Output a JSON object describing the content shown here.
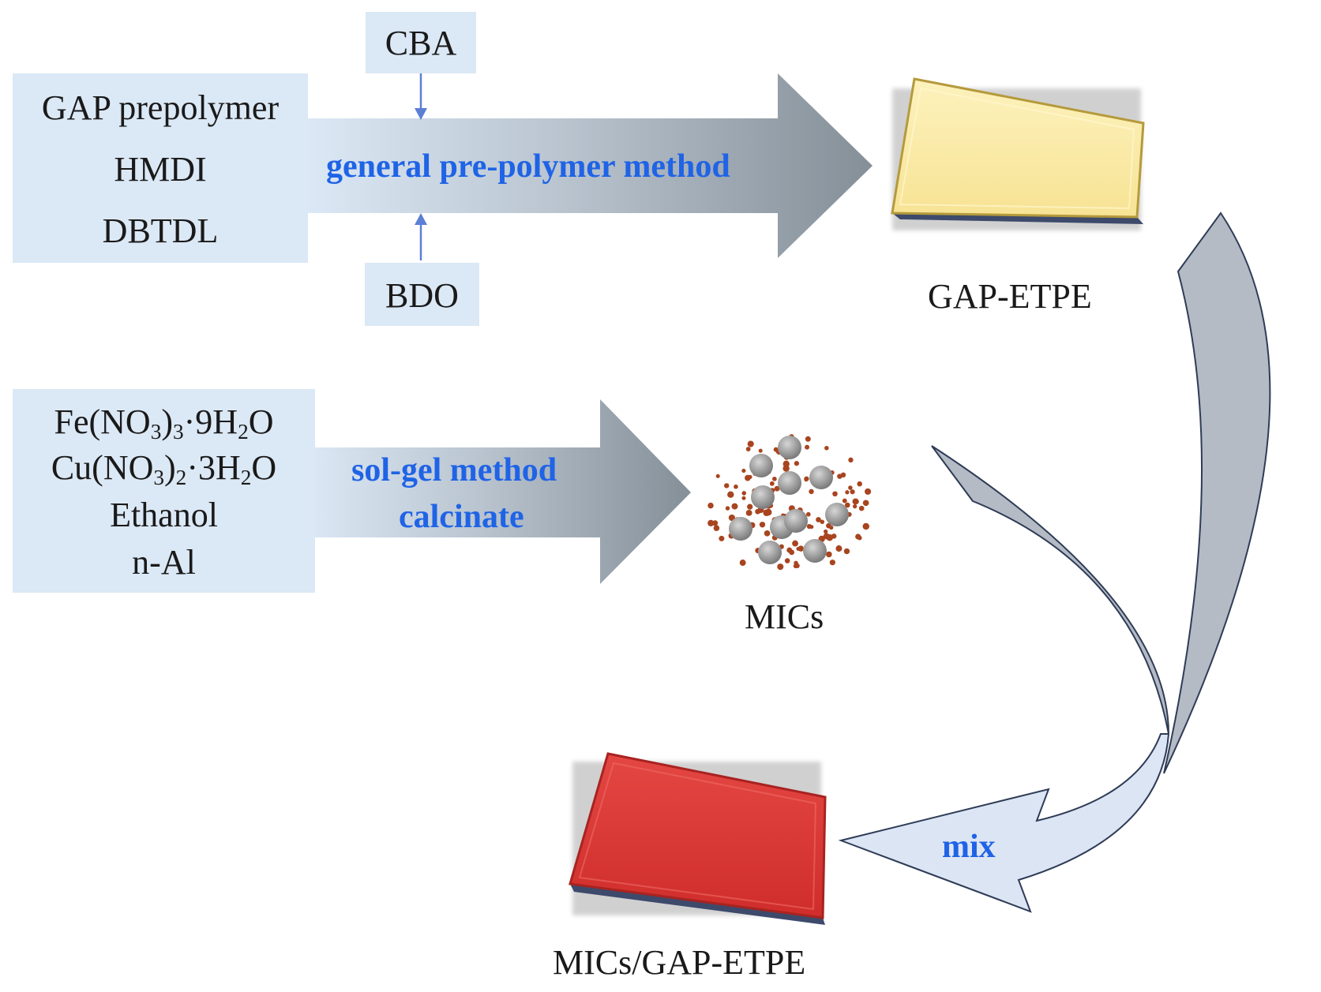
{
  "colors": {
    "box_fill": "#dbe8f5",
    "process_text": "#1f63e6",
    "arrow_gray": "#8e979f",
    "gap_etpe_block": "#fbe9a0",
    "composite_block": "#d8302f",
    "mix_arrow": "#dce5f4"
  },
  "top_inputs": {
    "line1": "GAP prepolymer",
    "line2": "HMDI",
    "line3": "DBTDL"
  },
  "additive_top": "CBA",
  "additive_bottom": "BDO",
  "top_process": "general pre-polymer method",
  "top_product": "GAP-ETPE",
  "bottom_inputs": {
    "fe_a": "Fe(NO",
    "fe_s1": "3",
    "fe_b": ")",
    "fe_s2": "3",
    "fe_c": "·9H",
    "fe_s3": "2",
    "fe_d": "O",
    "cu_a": "Cu(NO",
    "cu_s1": "3",
    "cu_b": ")",
    "cu_s2": "2",
    "cu_c": "·3H",
    "cu_s3": "2",
    "cu_d": "O",
    "line3": "Ethanol",
    "line4": "n-Al"
  },
  "bottom_process_line1": "sol-gel method",
  "bottom_process_line2": "calcinate",
  "mid_product": "MICs",
  "mix_label": "mix",
  "final_product": "MICs/GAP-ETPE"
}
